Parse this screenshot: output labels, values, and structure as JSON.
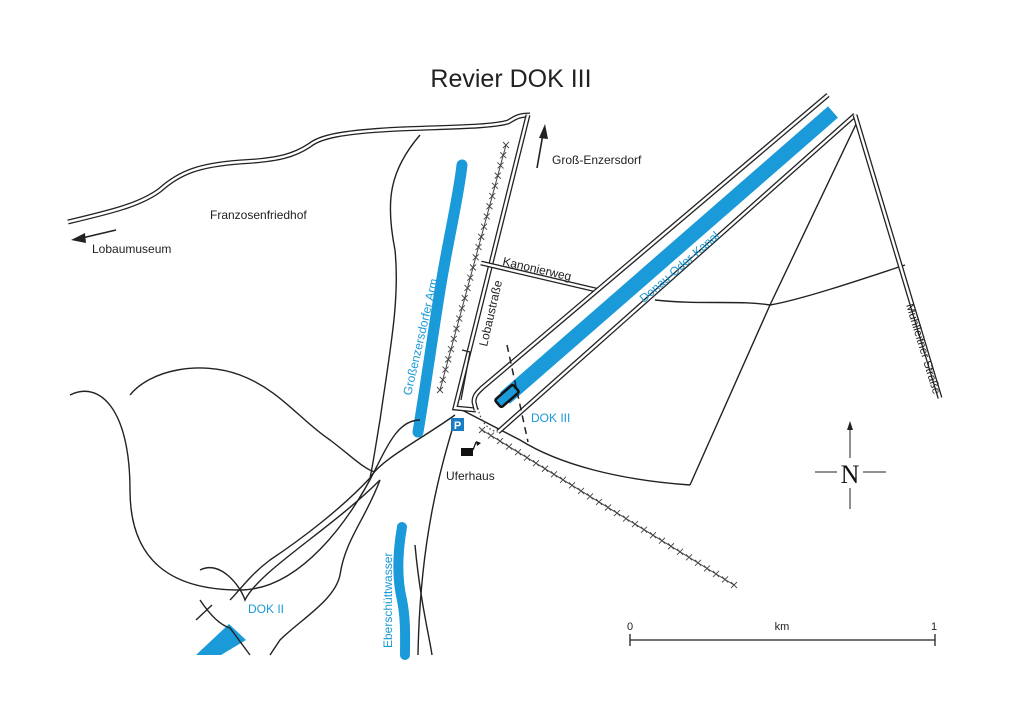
{
  "title": "Revier DOK III",
  "colors": {
    "water": "#1a9ad8",
    "lines": "#222222"
  },
  "labels": {
    "gross_enzersdorf": "Groß-Enzersdorf",
    "franzosenfriedhof": "Franzosenfriedhof",
    "lobaumuseum": "Lobaumuseum",
    "kanonierweg": "Kanonierweg",
    "lobaustrasse": "Lobaustraße",
    "grossenzersdorfer_arm": "Großenzersdorfer Arm",
    "donau_oder_kanal": "Donau-Oder-Kanal",
    "muehlleitner_strasse": "Mühlleitner Straße",
    "dok3": "DOK III",
    "dok2": "DOK II",
    "uferhaus": "Uferhaus",
    "parking": "P",
    "eberschuettwasser": "Eberschüttwasser"
  },
  "north": "N",
  "scale": {
    "start": "0",
    "unit": "km",
    "end": "1"
  }
}
